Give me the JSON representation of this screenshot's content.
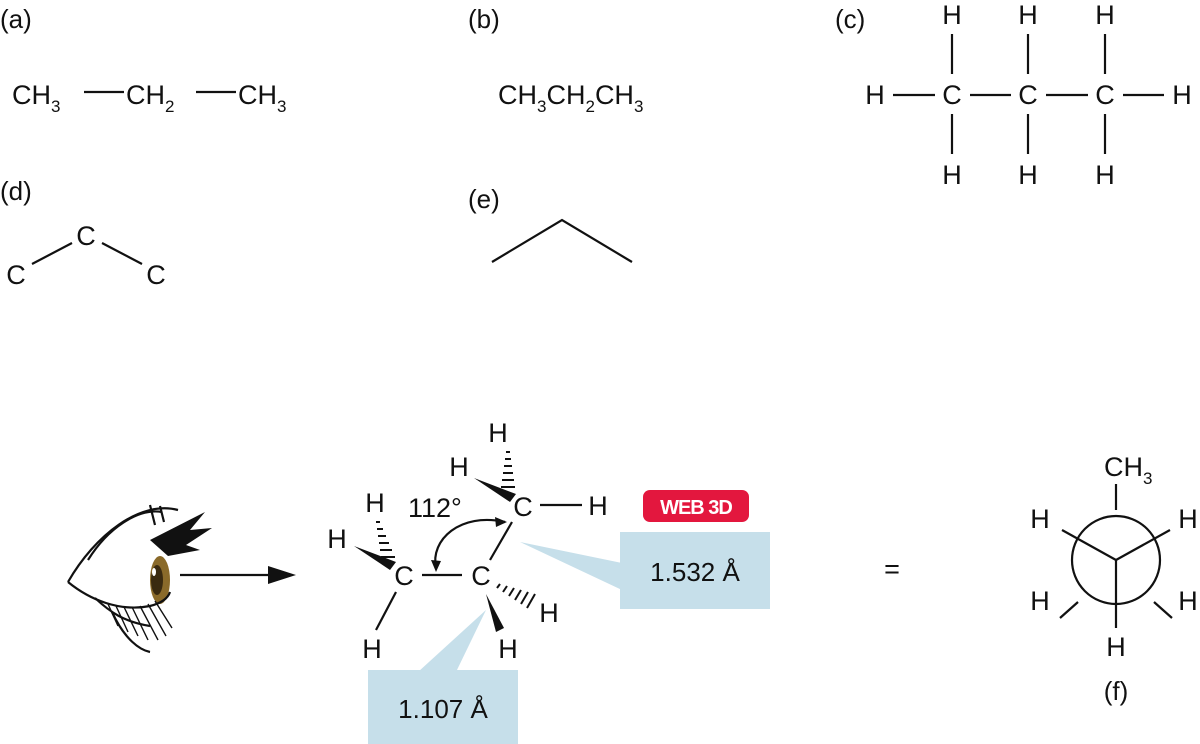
{
  "panels": {
    "a": {
      "label": "(a)",
      "formula": [
        [
          "CH",
          "3"
        ],
        [
          "CH",
          "2"
        ],
        [
          "CH",
          "3"
        ]
      ]
    },
    "b": {
      "label": "(b)",
      "formula": [
        [
          "CH",
          "3"
        ],
        [
          "CH",
          "2"
        ],
        [
          "CH",
          "3"
        ]
      ]
    },
    "c": {
      "label": "(c)",
      "carbon": "C",
      "hydrogen": "H"
    },
    "d": {
      "label": "(d)",
      "carbon": "C"
    },
    "e": {
      "label": "(e)"
    },
    "f": {
      "label": "(f)",
      "top_group": [
        "CH",
        "3"
      ],
      "hydrogen": "H",
      "equals": "="
    }
  },
  "model3d": {
    "carbon": "C",
    "hydrogen": "H",
    "angle": "112°",
    "cc_bond": "1.532 Å",
    "ch_bond": "1.107 Å",
    "badge": "WEB 3D"
  },
  "colors": {
    "badge_red": "#e3173e",
    "callout_blue": "#c6dfea",
    "ink": "#111111",
    "iris": "#8a6a2a"
  }
}
